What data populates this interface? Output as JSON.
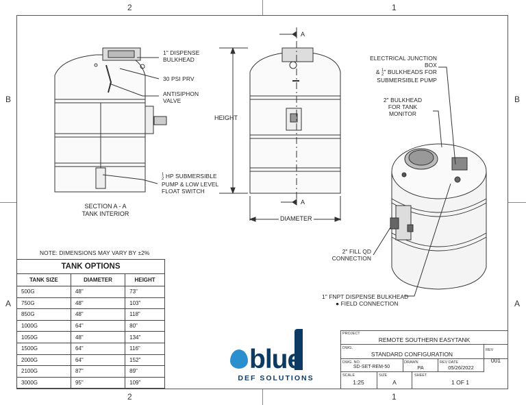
{
  "zones": {
    "top_left": "2",
    "top_right": "1",
    "bottom_left": "2",
    "bottom_right": "1",
    "left": "B",
    "left_a": "A",
    "right": "B",
    "right_a": "A"
  },
  "callouts": {
    "dispense_bulkhead_1": "1\" DISPENSE",
    "dispense_bulkhead_2": "BULKHEAD",
    "prv": "30 PSI PRV",
    "antisiphon_1": "ANTISIPHON",
    "antisiphon_2": "VALVE",
    "pump_1": "HP SUBMERSIBLE",
    "pump_2": "PUMP & LOW LEVEL",
    "pump_3": "FLOAT SWITCH",
    "section_1": "SECTION A - A",
    "section_2": "TANK INTERIOR",
    "height": "HEIGHT",
    "diameter": "DIAMETER",
    "section_mark": "A",
    "junction_1": "ELECTRICAL JUNCTION BOX",
    "junction_2": "BULKHEADS FOR",
    "junction_3": "SUBMERSIBLE PUMP",
    "monitor_1": "2\" BULKHEAD",
    "monitor_2": "FOR TANK",
    "monitor_3": "MONITOR",
    "fill_1": "2\" FILL QD",
    "fill_2": "CONNECTION",
    "fnpt_1": "1\" FNPT DISPENSE BULKHEAD",
    "fnpt_2": "FIELD CONNECTION"
  },
  "note": "NOTE: DIMENSIONS MAY VARY BY ±2%",
  "tank_options": {
    "title": "TANK OPTIONS",
    "headers": [
      "TANK SIZE",
      "DIAMETER",
      "HEIGHT"
    ],
    "rows": [
      [
        "500G",
        "48\"",
        "73\""
      ],
      [
        "750G",
        "48\"",
        "103\""
      ],
      [
        "850G",
        "48\"",
        "118\""
      ],
      [
        "1000G",
        "64\"",
        "80\""
      ],
      [
        "1050G",
        "48\"",
        "134\""
      ],
      [
        "1500G",
        "64\"",
        "116\""
      ],
      [
        "2000G",
        "64\"",
        "152\""
      ],
      [
        "2100G",
        "87\"",
        "89\""
      ],
      [
        "3000G",
        "95\"",
        "109\""
      ]
    ]
  },
  "logo": {
    "word": "blue",
    "sub": "DEF SOLUTIONS",
    "colors": {
      "dark": "#0d3a63",
      "light": "#2a8fcf"
    }
  },
  "title_block": {
    "project_label": "PROJECT",
    "project": "REMOTE SOUTHERN EASYTANK",
    "dwg_label": "DWG.",
    "dwg": "STANDARD CONFIGURATION",
    "rev_label": "REV",
    "rev": "001",
    "dwgno_label": "DWG. NO.",
    "dwgno": "SD-SET-REM-50",
    "drawn_label": "DRAWN",
    "drawn": "PA",
    "revdate_label": "REV DATE",
    "revdate": "05/26/2022",
    "scale_label": "SCALE",
    "scale": "1:25",
    "size_label": "SIZE",
    "size": "A",
    "sheet_label": "SHEET",
    "sheet": "1 OF 1"
  }
}
